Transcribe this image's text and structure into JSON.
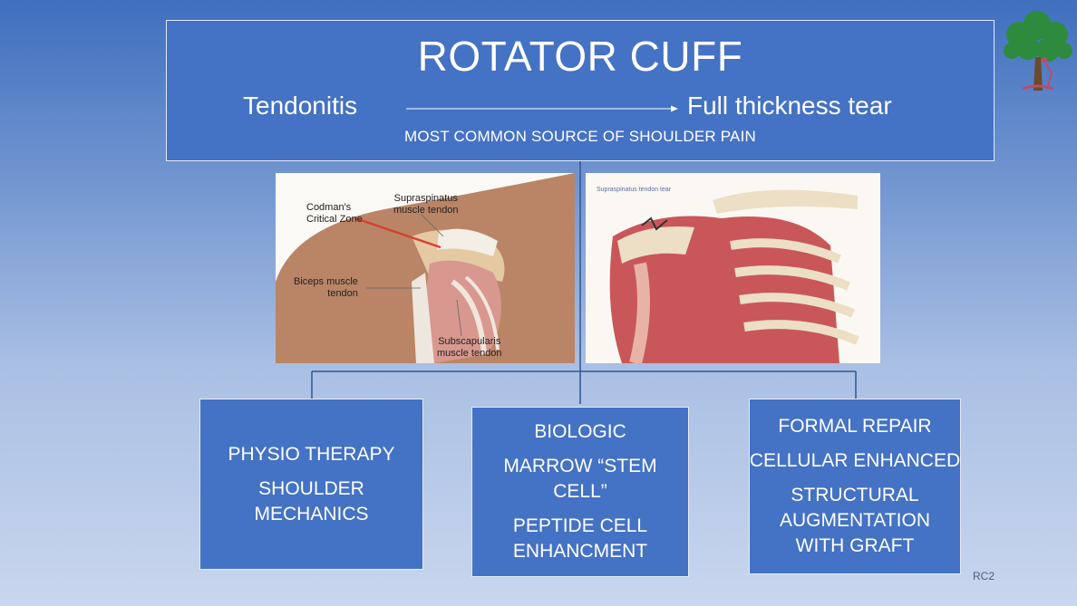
{
  "header": {
    "title": "ROTATOR CUFF",
    "stage_start": "Tendonitis",
    "stage_end": "Full thickness tear",
    "subtitle": "MOST COMMON SOURCE OF SHOULDER PAIN"
  },
  "images": {
    "left": {
      "labels": {
        "codman": "Codman's\nCritical Zone",
        "supraspinatus": "Supraspinatus\nmuscle tendon",
        "biceps": "Biceps muscle\ntendon",
        "subscapularis": "Subscapularis\nmuscle tendon"
      }
    },
    "right": {
      "labels": {
        "tear": "Supraspinatus tendon tear"
      }
    }
  },
  "boxes": {
    "left": {
      "line1": "PHYSIO THERAPY",
      "line2": "SHOULDER\nMECHANICS"
    },
    "middle": {
      "line1": "BIOLOGIC",
      "line2": "MARROW “STEM\nCELL”",
      "line3": "PEPTIDE CELL\nENHANCMENT"
    },
    "right": {
      "line1": "FORMAL REPAIR",
      "line2": "CELLULAR ENHANCED",
      "line3": "STRUCTURAL\nAUGMENTATION\nWITH GRAFT"
    }
  },
  "footer": {
    "tag": "RC2"
  },
  "colors": {
    "box_fill": "#4472c4",
    "box_border": "#e6ecf7",
    "connector": "#2f5597",
    "text": "#ffffff"
  },
  "icons": {
    "logo": "tree-golfer-logo-icon"
  }
}
